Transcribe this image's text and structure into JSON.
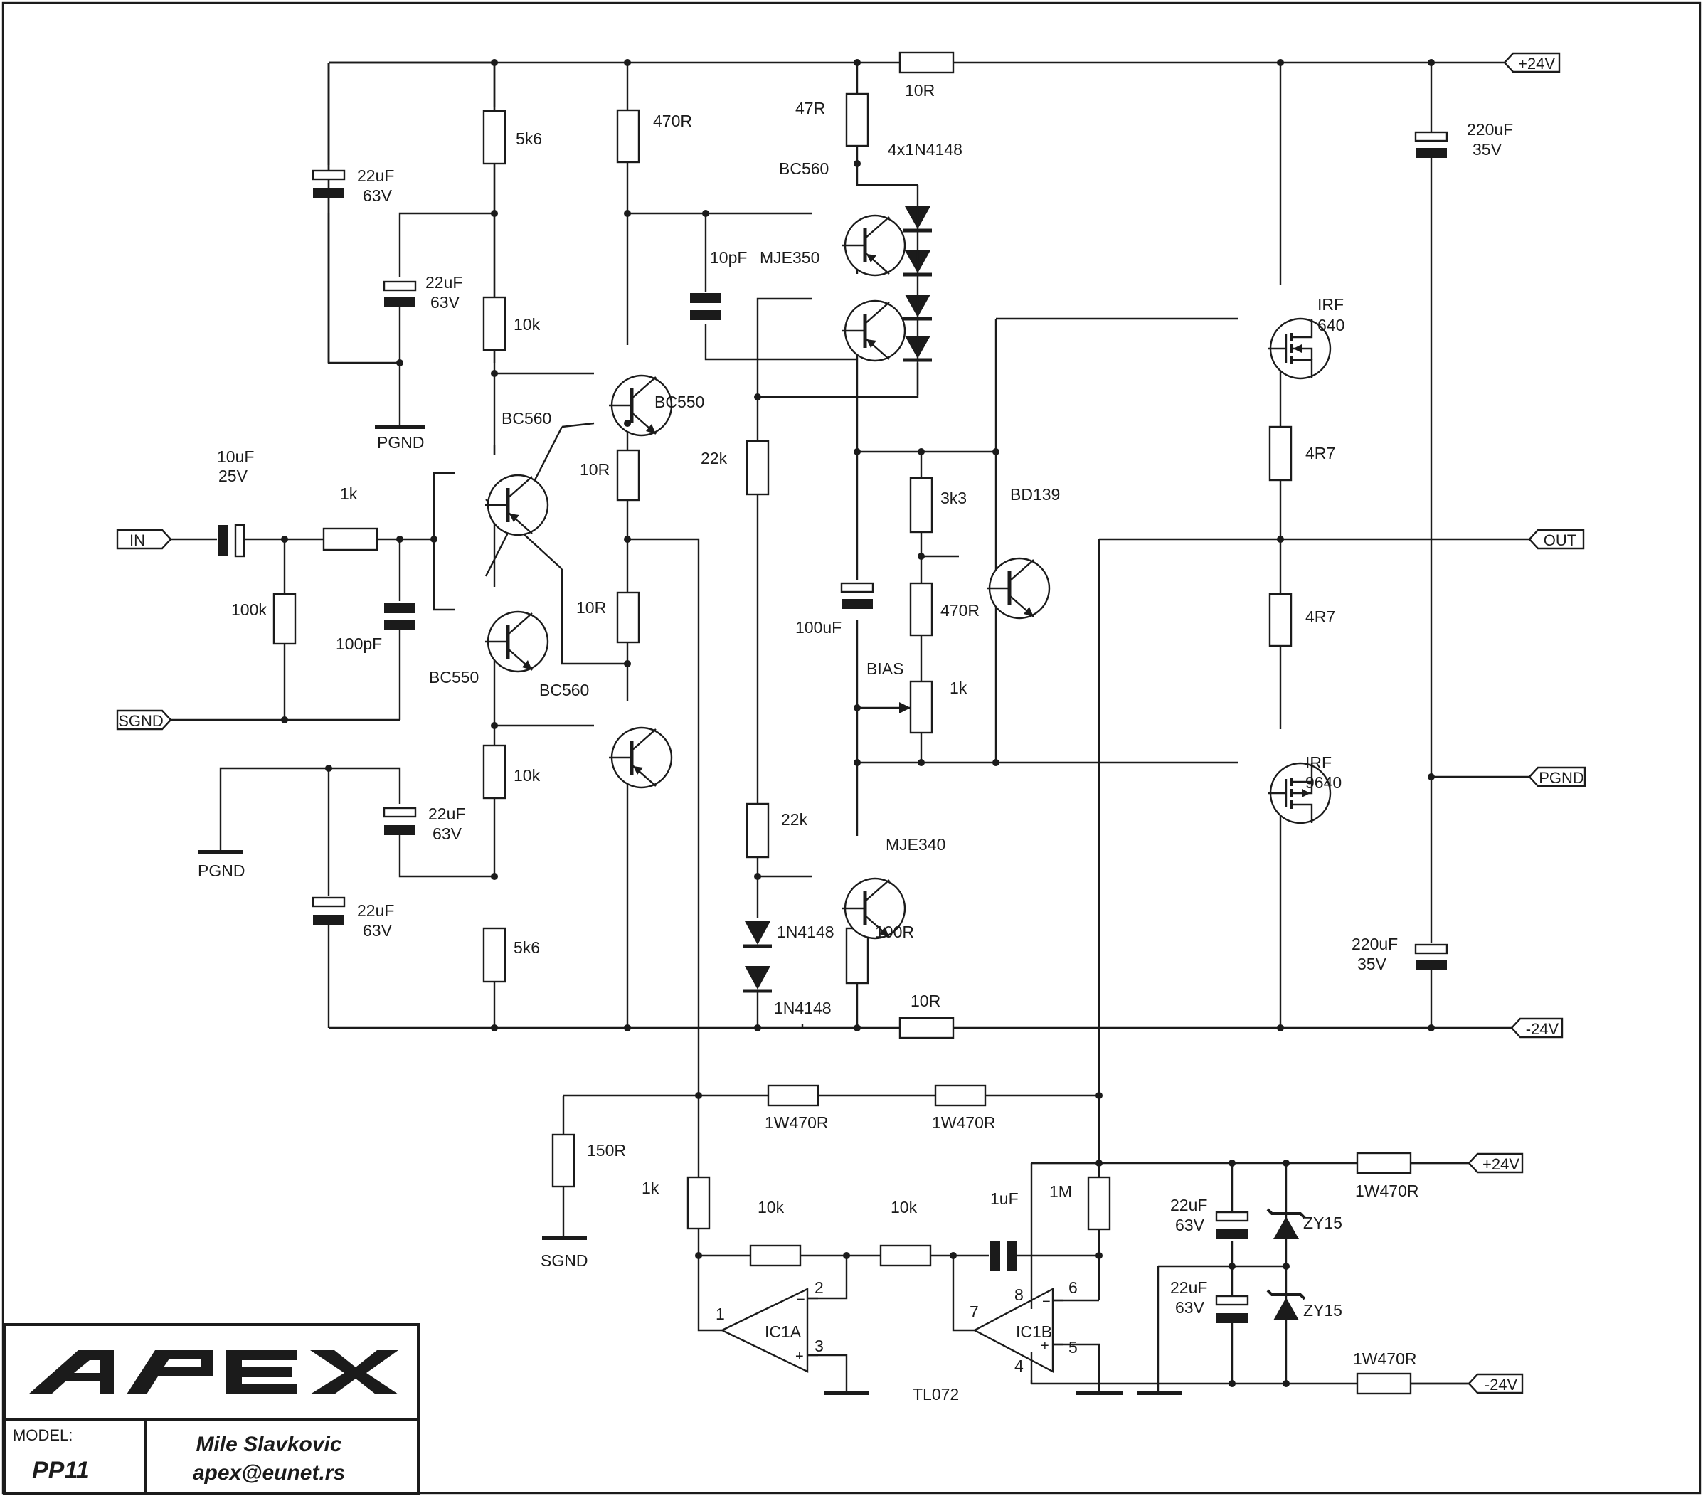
{
  "ports": {
    "in": "IN",
    "sgnd": "SGND",
    "vpos": "+24V",
    "out": "OUT",
    "pgnd_right": "PGND",
    "vneg": "-24V",
    "vpos_aux": "+24V",
    "vneg_aux": "-24V"
  },
  "labels": {
    "c_in": [
      "10uF",
      "25V"
    ],
    "r_in": "1k",
    "r_100k": "100k",
    "c_100pf": "100pF",
    "r_5k6_top": "5k6",
    "c_top_outer": [
      "22uF",
      "63V"
    ],
    "c_top_inner": [
      "22uF",
      "63V"
    ],
    "r_10k_top": "10k",
    "pgnd_top": "PGND",
    "q_bc560_upper": "BC560",
    "q_bc550_lower": "BC550",
    "r_470r": "470R",
    "q_bc550_right": "BC550",
    "r_10r_a": "10R",
    "r_10r_b": "10R",
    "q_bc560_lower": "BC560",
    "r_10k_bottom": "10k",
    "c_bot_inner": [
      "22uF",
      "63V"
    ],
    "pgnd_bottom": "PGND",
    "c_bot_outer": [
      "22uF",
      "63V"
    ],
    "r_5k6_bottom": "5k6",
    "r_47r": "47R",
    "r_10r_top": "10R",
    "q_bc560_vas": "BC560",
    "diodes_4": "4x1N4148",
    "c_10pf": "10pF",
    "q_mje350": "MJE350",
    "r_22k_top": "22k",
    "r_3k3": "3k3",
    "q_bd139": "BD139",
    "r_470r_bias": "470R",
    "c_100uf": "100uF",
    "bias": "BIAS",
    "pot_1k": "1k",
    "r_22k_bottom": "22k",
    "q_mje340": "MJE340",
    "d1": "1N4148",
    "d2": "1N4148",
    "r_100r": "100R",
    "r_10r_bottom": "10R",
    "m_irf640": [
      "IRF",
      "640"
    ],
    "r_4r7_top": "4R7",
    "r_4r7_bottom": "4R7",
    "m_irf9640": [
      "IRF",
      "9640"
    ],
    "c_220_top": [
      "220uF",
      "35V"
    ],
    "c_220_bottom": [
      "220uF",
      "35V"
    ],
    "r_1w470_a": "1W470R",
    "r_1w470_b": "1W470R",
    "r_150r": "150R",
    "sgnd_bottom": "SGND",
    "r_1k_fb": "1k",
    "r_10k_a": "10k",
    "r_10k_b": "10k",
    "c_1uf": "1uF",
    "r_1m": "1M",
    "ic1a": "IC1A",
    "ic1b": "IC1B",
    "tl072": "TL072",
    "pin1": "1",
    "pin2": "2",
    "pin3": "3",
    "pin4": "4",
    "pin5": "5",
    "pin6": "6",
    "pin7": "7",
    "pin8": "8",
    "c_aux_top": [
      "22uF",
      "63V"
    ],
    "c_aux_bottom": [
      "22uF",
      "63V"
    ],
    "zy_top": "ZY15",
    "zy_bottom": "ZY15",
    "r_1w470_top": "1W470R",
    "r_1w470_bottom": "1W470R"
  },
  "title_block": {
    "model_label": "MODEL:",
    "model": "PP11",
    "author": "Mile Slavkovic",
    "email": "apex@eunet.rs",
    "logo_text": "APEX"
  }
}
